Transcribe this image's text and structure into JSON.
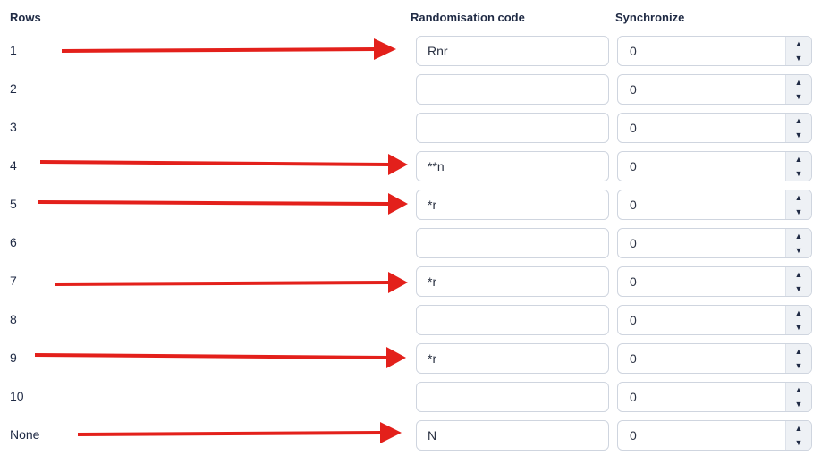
{
  "headers": {
    "rows": "Rows",
    "code": "Randomisation code",
    "sync": "Synchronize"
  },
  "rows": [
    {
      "label": "1",
      "code": "Rnr",
      "sync": "0"
    },
    {
      "label": "2",
      "code": "",
      "sync": "0"
    },
    {
      "label": "3",
      "code": "",
      "sync": "0"
    },
    {
      "label": "4",
      "code": "**n",
      "sync": "0"
    },
    {
      "label": "5",
      "code": "*r",
      "sync": "0"
    },
    {
      "label": "6",
      "code": "",
      "sync": "0"
    },
    {
      "label": "7",
      "code": "*r",
      "sync": "0"
    },
    {
      "label": "8",
      "code": "",
      "sync": "0"
    },
    {
      "label": "9",
      "code": "*r",
      "sync": "0"
    },
    {
      "label": "10",
      "code": "",
      "sync": "0"
    },
    {
      "label": "None",
      "code": "N",
      "sync": "0"
    }
  ],
  "annotations": {
    "arrow_color": "#e3201b",
    "arrow_rows": [
      "1",
      "4",
      "5",
      "7",
      "9",
      "None"
    ]
  },
  "icons": {
    "spin_up": "▲",
    "spin_down": "▼"
  }
}
